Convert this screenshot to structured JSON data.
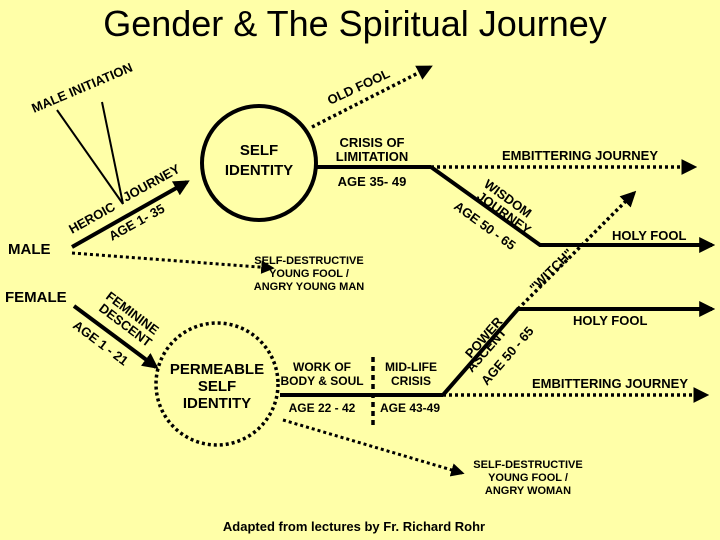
{
  "title": "Gender & The Spiritual Journey",
  "credit": "Adapted from lectures by Fr. Richard Rohr",
  "colors": {
    "background": "#FFFFA8",
    "ink": "#000000"
  },
  "male": {
    "start_label": "MALE",
    "initiation": "MALE INITIATION",
    "heroic": "HEROIC",
    "journey": "JOURNEY",
    "age": "AGE 1- 35",
    "identity_line1": "SELF",
    "identity_line2": "IDENTITY",
    "old_fool": "OLD FOOL",
    "crisis_line1": "CRISIS OF",
    "crisis_line2": "LIMITATION",
    "crisis_age": "AGE 35- 49",
    "embittering": "EMBITTERING JOURNEY",
    "wisdom_line1": "WISDOM",
    "wisdom_line2": "JOURNEY",
    "wisdom_age": "AGE 50 - 65",
    "holy_fool": "HOLY  FOOL",
    "self_destructive_line1": "SELF-DESTRUCTIVE",
    "self_destructive_line2": "YOUNG FOOL /",
    "self_destructive_line3": "ANGRY YOUNG MAN"
  },
  "female": {
    "start_label": "FEMALE",
    "descent_line1": "FEMININE",
    "descent_line2": "DESCENT",
    "age": "AGE 1 - 21",
    "identity_line1": "PERMEABLE",
    "identity_line2": "SELF",
    "identity_line3": "IDENTITY",
    "work_line1": "WORK OF",
    "work_line2": "BODY & SOUL",
    "work_age": "AGE 22 - 42",
    "midlife_line1": "MID-LIFE",
    "midlife_line2": "CRISIS",
    "midlife_age": "AGE 43-49",
    "power_line1": "POWER",
    "power_line2": "ASCENT",
    "power_age": "AGE 50 - 65",
    "witch": "\"WITCH\"",
    "holy_fool": "HOLY FOOL",
    "embittering": "EMBITTERING JOURNEY",
    "self_destructive_line1": "SELF-DESTRUCTIVE",
    "self_destructive_line2": "YOUNG FOOL /",
    "self_destructive_line3": "ANGRY WOMAN"
  }
}
